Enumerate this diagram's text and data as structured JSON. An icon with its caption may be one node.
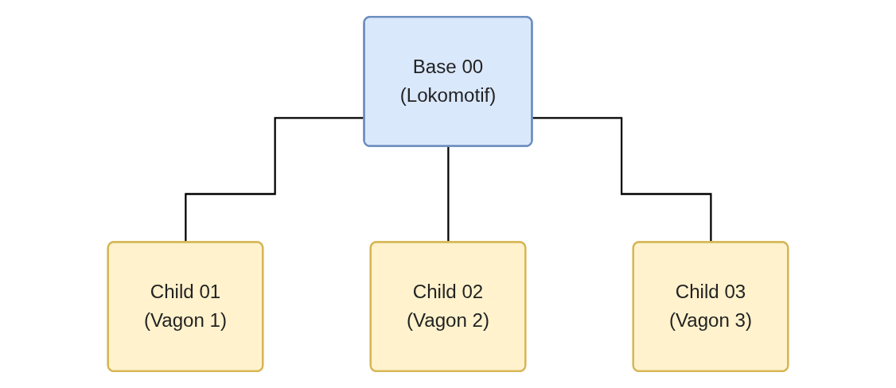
{
  "diagram": {
    "nodes": [
      {
        "text": [
          "Base 00",
          "(Lokomotif)"
        ]
      },
      {
        "text": [
          "Child 01",
          "(Vagon 1)"
        ]
      },
      {
        "text": [
          "Child 02",
          "(Vagon 2)"
        ]
      },
      {
        "text": [
          "Child 03",
          "(Vagon 3)"
        ]
      }
    ],
    "edges": [
      {
        "from": 0,
        "to": 1,
        "arrow": "none"
      },
      {
        "from": 0,
        "to": 2,
        "arrow": "none"
      },
      {
        "from": 0,
        "to": 3,
        "arrow": "none"
      }
    ]
  }
}
